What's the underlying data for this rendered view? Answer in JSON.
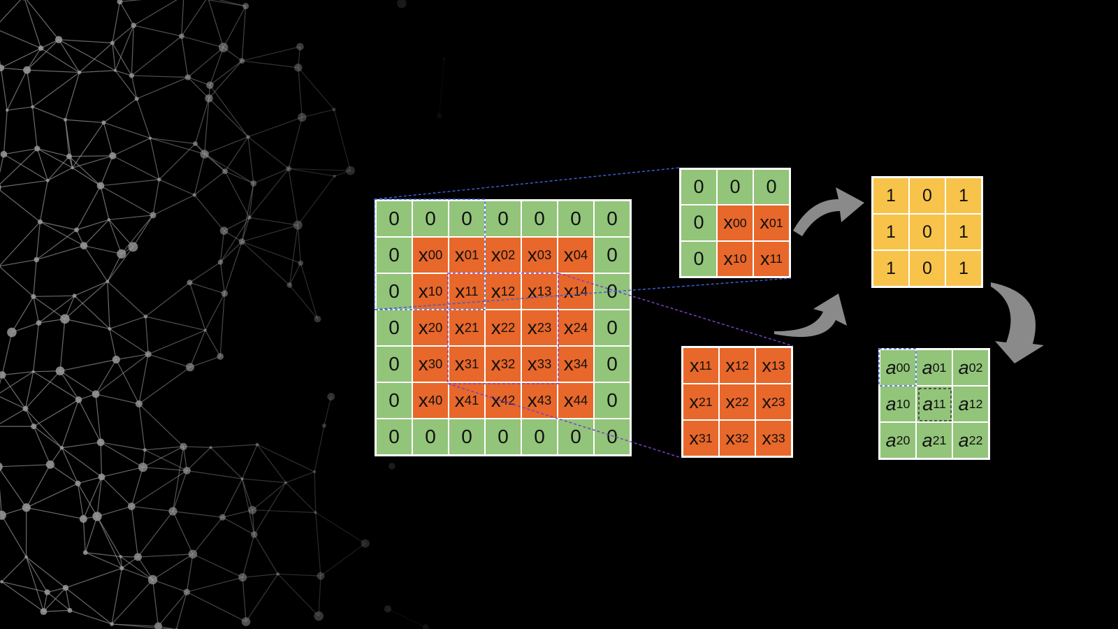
{
  "colors": {
    "background": "#000000",
    "network": "#9a9a9a",
    "padding_cell": "#92c47a",
    "input_cell": "#e8672a",
    "kernel_cell": "#f7c34a",
    "output_cell": "#92c47a",
    "grid_line": "#ffffff",
    "window_blue": "#3a5fd0",
    "window_purple": "#7a3fc8",
    "arrow": "#8a8a8a"
  },
  "input_matrix": [
    [
      {
        "t": "0",
        "p": true
      },
      {
        "t": "0",
        "p": true
      },
      {
        "t": "0",
        "p": true
      },
      {
        "t": "0",
        "p": true
      },
      {
        "t": "0",
        "p": true
      },
      {
        "t": "0",
        "p": true
      },
      {
        "t": "0",
        "p": true
      }
    ],
    [
      {
        "t": "0",
        "p": true
      },
      {
        "b": "x",
        "s": "00"
      },
      {
        "b": "x",
        "s": "01"
      },
      {
        "b": "x",
        "s": "02"
      },
      {
        "b": "x",
        "s": "03"
      },
      {
        "b": "x",
        "s": "04"
      },
      {
        "t": "0",
        "p": true
      }
    ],
    [
      {
        "t": "0",
        "p": true
      },
      {
        "b": "x",
        "s": "10"
      },
      {
        "b": "x",
        "s": "11"
      },
      {
        "b": "x",
        "s": "12"
      },
      {
        "b": "x",
        "s": "13"
      },
      {
        "b": "x",
        "s": "14"
      },
      {
        "t": "0",
        "p": true
      }
    ],
    [
      {
        "t": "0",
        "p": true
      },
      {
        "b": "x",
        "s": "20"
      },
      {
        "b": "x",
        "s": "21"
      },
      {
        "b": "x",
        "s": "22"
      },
      {
        "b": "x",
        "s": "23"
      },
      {
        "b": "x",
        "s": "24"
      },
      {
        "t": "0",
        "p": true
      }
    ],
    [
      {
        "t": "0",
        "p": true
      },
      {
        "b": "x",
        "s": "30"
      },
      {
        "b": "x",
        "s": "31"
      },
      {
        "b": "x",
        "s": "32"
      },
      {
        "b": "x",
        "s": "33"
      },
      {
        "b": "x",
        "s": "34"
      },
      {
        "t": "0",
        "p": true
      }
    ],
    [
      {
        "t": "0",
        "p": true
      },
      {
        "b": "x",
        "s": "40"
      },
      {
        "b": "x",
        "s": "41"
      },
      {
        "b": "x",
        "s": "42"
      },
      {
        "b": "x",
        "s": "43"
      },
      {
        "b": "x",
        "s": "44"
      },
      {
        "t": "0",
        "p": true
      }
    ],
    [
      {
        "t": "0",
        "p": true
      },
      {
        "t": "0",
        "p": true
      },
      {
        "t": "0",
        "p": true
      },
      {
        "t": "0",
        "p": true
      },
      {
        "t": "0",
        "p": true
      },
      {
        "t": "0",
        "p": true
      },
      {
        "t": "0",
        "p": true
      }
    ]
  ],
  "patch_top_left": [
    [
      {
        "t": "0",
        "p": true
      },
      {
        "t": "0",
        "p": true
      },
      {
        "t": "0",
        "p": true
      }
    ],
    [
      {
        "t": "0",
        "p": true
      },
      {
        "b": "x",
        "s": "00"
      },
      {
        "b": "x",
        "s": "01"
      }
    ],
    [
      {
        "t": "0",
        "p": true
      },
      {
        "b": "x",
        "s": "10"
      },
      {
        "b": "x",
        "s": "11"
      }
    ]
  ],
  "patch_center": [
    [
      {
        "b": "x",
        "s": "11"
      },
      {
        "b": "x",
        "s": "12"
      },
      {
        "b": "x",
        "s": "13"
      }
    ],
    [
      {
        "b": "x",
        "s": "21"
      },
      {
        "b": "x",
        "s": "22"
      },
      {
        "b": "x",
        "s": "23"
      }
    ],
    [
      {
        "b": "x",
        "s": "31"
      },
      {
        "b": "x",
        "s": "32"
      },
      {
        "b": "x",
        "s": "33"
      }
    ]
  ],
  "kernel_matrix": [
    [
      {
        "t": "1"
      },
      {
        "t": "0"
      },
      {
        "t": "1"
      }
    ],
    [
      {
        "t": "1"
      },
      {
        "t": "0"
      },
      {
        "t": "1"
      }
    ],
    [
      {
        "t": "1"
      },
      {
        "t": "0"
      },
      {
        "t": "1"
      }
    ]
  ],
  "output_matrix": [
    [
      {
        "b": "a",
        "s": "00"
      },
      {
        "b": "a",
        "s": "01"
      },
      {
        "b": "a",
        "s": "02"
      }
    ],
    [
      {
        "b": "a",
        "s": "10"
      },
      {
        "b": "a",
        "s": "11"
      },
      {
        "b": "a",
        "s": "12"
      }
    ],
    [
      {
        "b": "a",
        "s": "20"
      },
      {
        "b": "a",
        "s": "21"
      },
      {
        "b": "a",
        "s": "22"
      }
    ]
  ]
}
